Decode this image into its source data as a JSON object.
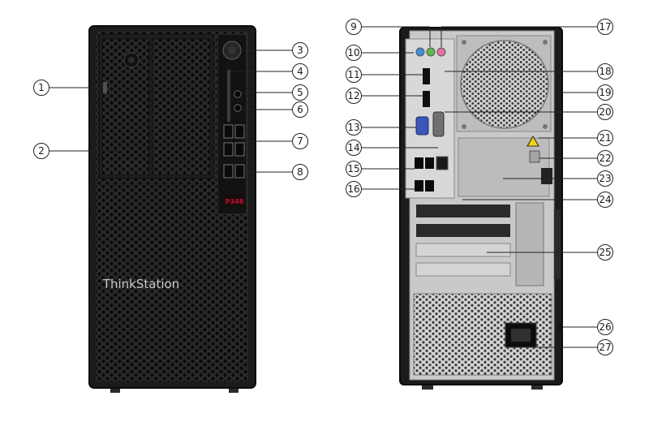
{
  "front_panel": {
    "brand_text": "ThinkStation",
    "model_badge": "P348"
  },
  "callouts": {
    "left": [
      "1",
      "2",
      "3",
      "4",
      "5",
      "6",
      "7",
      "8"
    ],
    "rear_left": [
      "9",
      "10",
      "11",
      "12",
      "13",
      "14",
      "15",
      "16"
    ],
    "rear_right": [
      "17",
      "18",
      "19",
      "20",
      "21",
      "22",
      "23",
      "24",
      "25",
      "26",
      "27"
    ]
  },
  "colors": {
    "chassis": "#1b1b1b",
    "mesh": "#0c0c0c",
    "rear_plate": "#c9c9c9",
    "badge_red": "#c8102e",
    "audio_pink": "#e86fa8",
    "audio_green": "#5fb84a",
    "audio_blue": "#3d8fd6",
    "vga_blue": "#3a56b8",
    "warning_yellow": "#f4d21c"
  }
}
